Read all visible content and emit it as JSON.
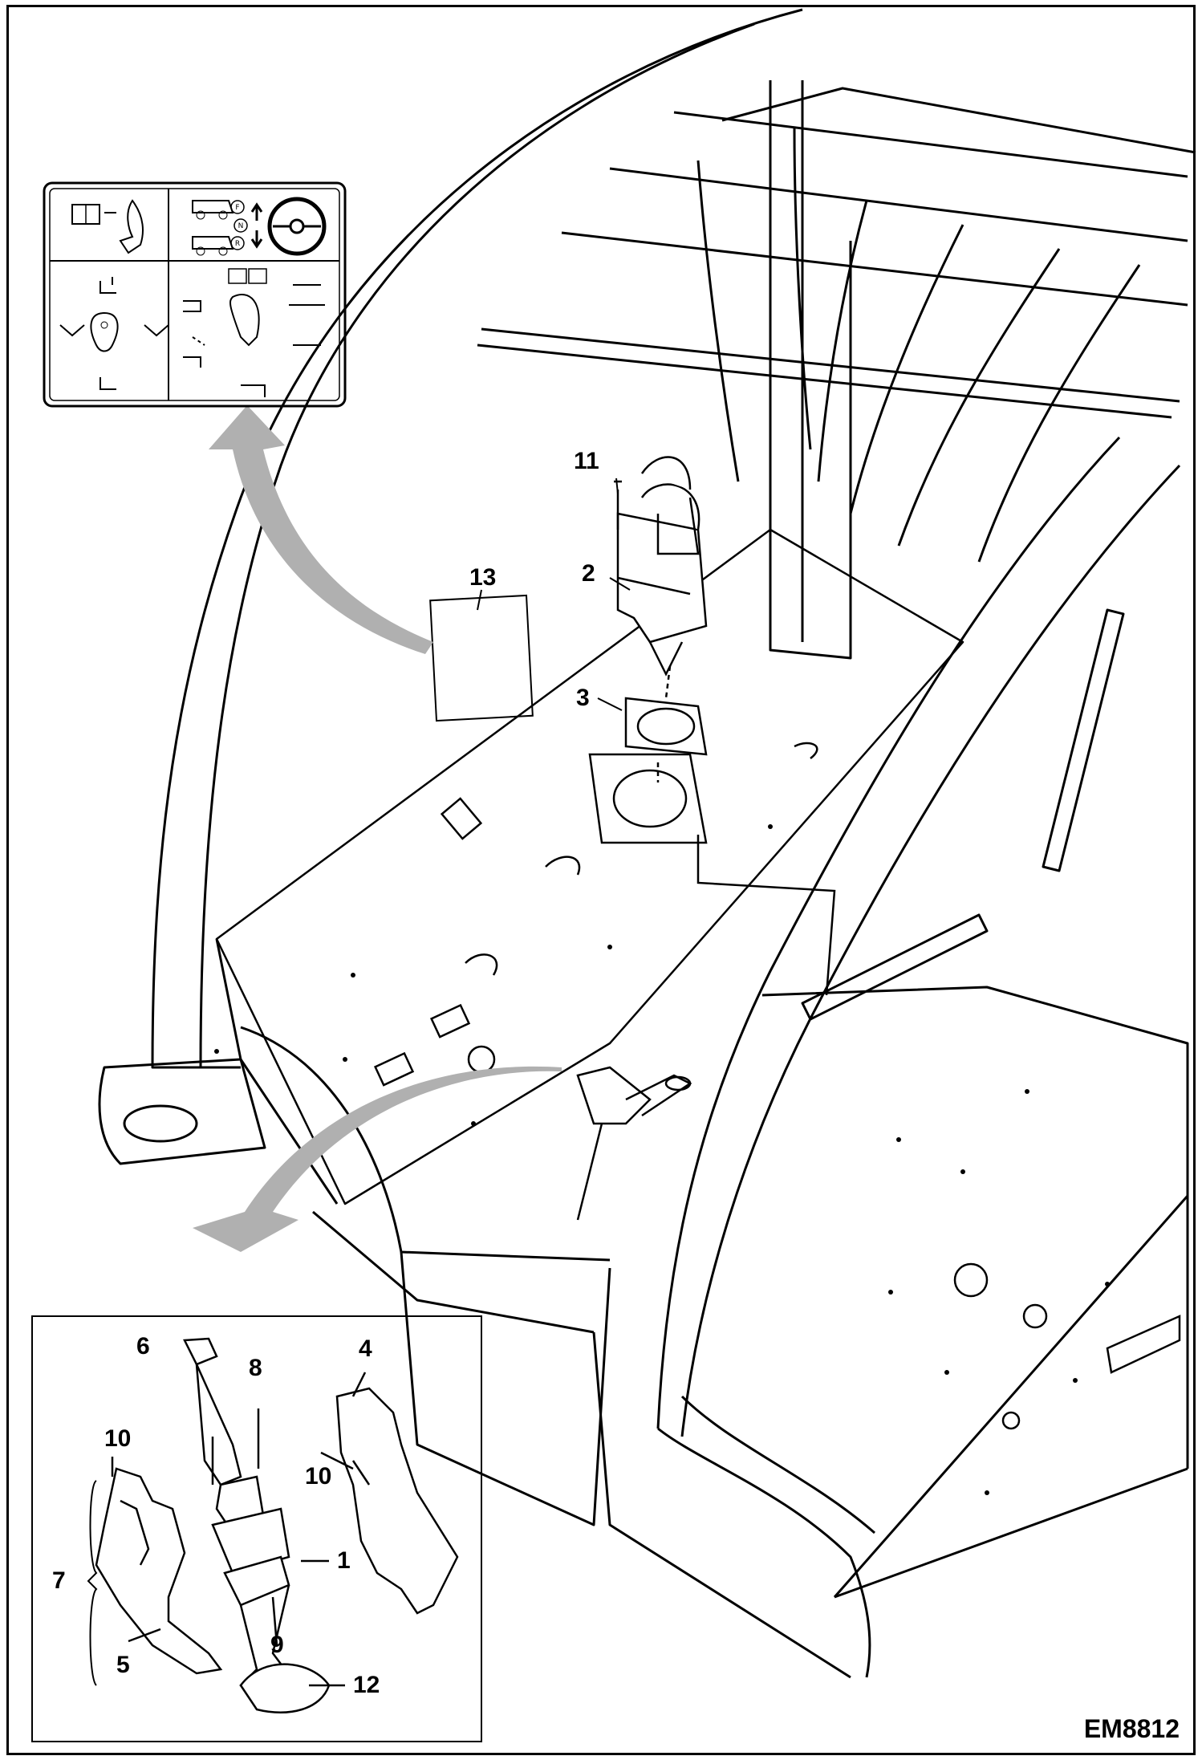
{
  "figure_code": "EM8812",
  "callouts": {
    "c1": "1",
    "c2": "2",
    "c3": "3",
    "c4": "4",
    "c5": "5",
    "c6": "6",
    "c7": "7",
    "c8": "8",
    "c9": "9",
    "c10a": "10",
    "c10b": "10",
    "c11": "11",
    "c12": "12",
    "c13": "13"
  },
  "decal_symbols": {
    "operator_manual": "book-icon",
    "direction_forward": "F",
    "direction_neutral": "N",
    "direction_reverse": "R"
  }
}
